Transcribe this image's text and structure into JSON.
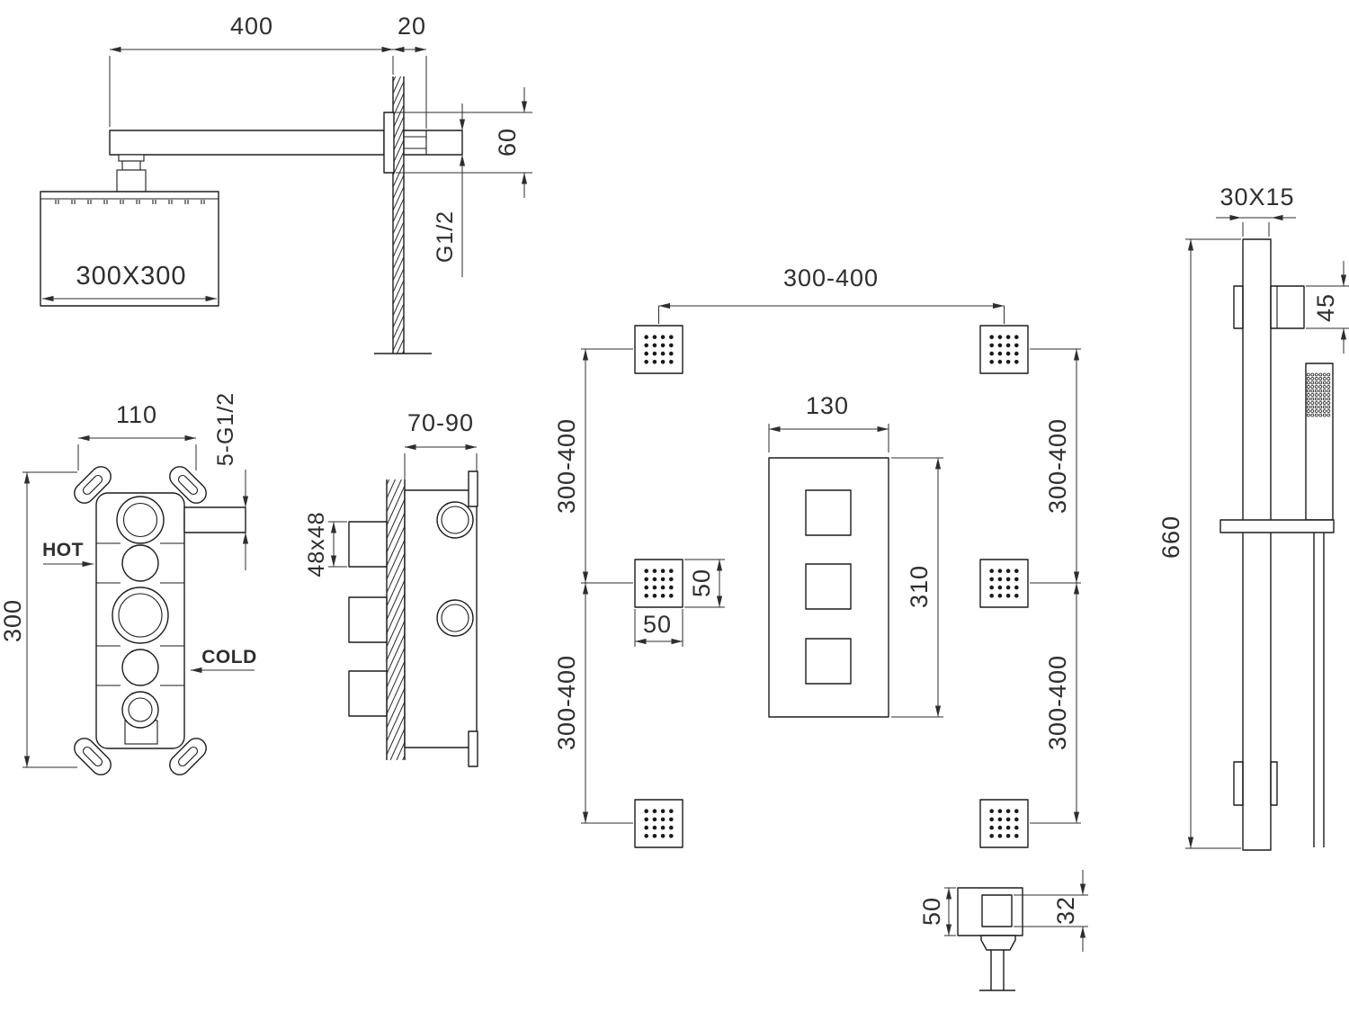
{
  "colors": {
    "background": "#ffffff",
    "line": "#1c1c1c",
    "dimension": "#2e2e2e",
    "text": "#2e2e2e"
  },
  "labels": {
    "head": {
      "arm_length": "400",
      "wall_thickness": "20",
      "flange_height": "60",
      "thread": "G1/2",
      "head_size": "300X300"
    },
    "valve_front": {
      "width": "110",
      "outlet_thread": "5-G1/2",
      "height": "300",
      "hot": "HOT",
      "cold": "COLD"
    },
    "valve_side": {
      "depth": "70-90",
      "handle_size": "48x48"
    },
    "jets": {
      "spacing_top": "300-400",
      "spacing_left_upper": "300-400",
      "spacing_left_lower": "300-400",
      "spacing_right_upper": "300-400",
      "spacing_right_lower": "300-400",
      "jet_width": "50",
      "jet_height": "50"
    },
    "trim_plate": {
      "width": "130",
      "height": "310"
    },
    "rail": {
      "section": "30X15",
      "bracket_height": "45",
      "length": "660"
    },
    "outlet_elbow": {
      "height": "50",
      "outlet": "32"
    }
  }
}
